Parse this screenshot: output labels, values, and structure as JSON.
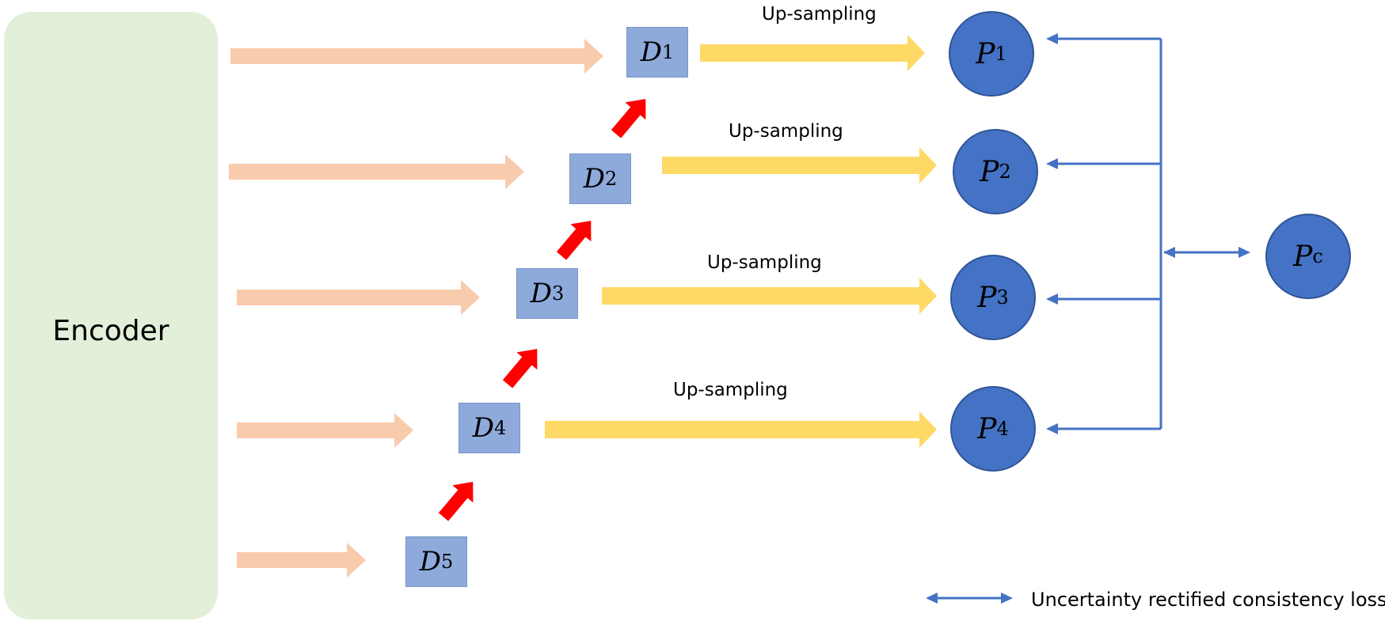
{
  "encoder": {
    "label": "Encoder"
  },
  "decoders": [
    {
      "base": "D",
      "sub": "1"
    },
    {
      "base": "D",
      "sub": "2"
    },
    {
      "base": "D",
      "sub": "3"
    },
    {
      "base": "D",
      "sub": "4"
    },
    {
      "base": "D",
      "sub": "5"
    }
  ],
  "predictions": [
    {
      "base": "P",
      "sub": "1"
    },
    {
      "base": "P",
      "sub": "2"
    },
    {
      "base": "P",
      "sub": "3"
    },
    {
      "base": "P",
      "sub": "4"
    }
  ],
  "consensus": {
    "base": "P",
    "sub": "c"
  },
  "upsampling_labels": [
    "Up-sampling",
    "Up-sampling",
    "Up-sampling",
    "Up-sampling"
  ],
  "legend": {
    "text": "Uncertainty rectified consistency loss"
  },
  "colors": {
    "encoder_fill": "#e2efd9",
    "skip_arrow": "#f8cbad",
    "upsampling_arrow": "#ffd966",
    "decoder_chain_arrow": "#ff0000",
    "decoder_fill": "#8eaadb",
    "prediction_fill": "#4472c4",
    "loss_line": "#4472c4"
  }
}
